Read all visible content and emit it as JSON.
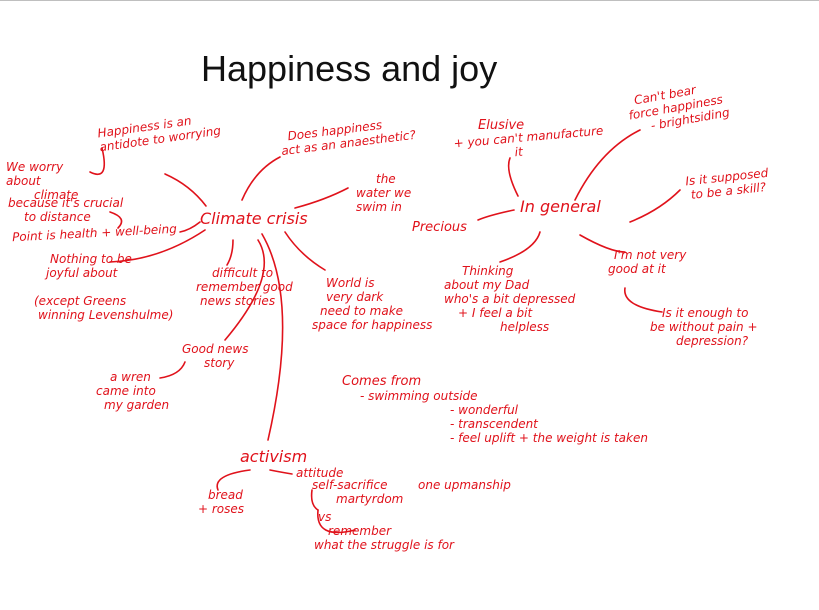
{
  "title": "Happiness and joy",
  "accent_color": "#e0121b",
  "hubs": {
    "climate": "Climate crisis",
    "general": "In general",
    "activism": "activism"
  },
  "notes": {
    "happiness_antidote": [
      "Happiness is an",
      "antidote to worrying"
    ],
    "we_worry": [
      "We worry",
      "about",
      "climate"
    ],
    "because_distance": [
      "because it's crucial",
      "to distance"
    ],
    "point_wellbeing": "Point is health + well-being",
    "nothing_joyful": [
      "Nothing to be",
      "joyful about"
    ],
    "except_greens": [
      "(except Greens",
      "winning Levenshulme)"
    ],
    "difficult_remember": [
      "difficult to",
      "remember good",
      "news stories"
    ],
    "anaesthetic": [
      "Does happiness",
      "act as an anaesthetic?"
    ],
    "water": [
      "the",
      "water we",
      "swim in"
    ],
    "world_dark": [
      "World is",
      "very dark",
      "need to make",
      "space for happiness"
    ],
    "good_news": [
      "Good news",
      "story"
    ],
    "wren": [
      "a wren",
      "came into",
      "my garden"
    ],
    "elusive": "Elusive",
    "cant_manufacture": [
      "+ you can't manufacture",
      "it"
    ],
    "cant_bear": [
      "Can't bear",
      "force happiness",
      "- brightsiding"
    ],
    "skill": [
      "Is it supposed",
      "to be a skill?"
    ],
    "precious": "Precious",
    "thinking_dad": [
      "Thinking",
      "about my Dad",
      "who's a bit depressed",
      "+ I feel a bit",
      "helpless"
    ],
    "not_very_good": [
      "I'm not very",
      "good at it"
    ],
    "enough": [
      "Is it enough to",
      "be without pain +",
      "depression?"
    ],
    "comes_from": [
      "Comes from",
      "- swimming outside",
      "- wonderful",
      "- transcendent",
      "- feel uplift + the weight is taken"
    ],
    "bread_roses": [
      "bread",
      "+ roses"
    ],
    "attitude": "attitude",
    "self_sacrifice": [
      "self-sacrifice",
      "martyrdom"
    ],
    "one_upmanship": "one upmanship",
    "vs_remember": [
      "vs",
      "remember",
      "what the struggle is for"
    ]
  }
}
